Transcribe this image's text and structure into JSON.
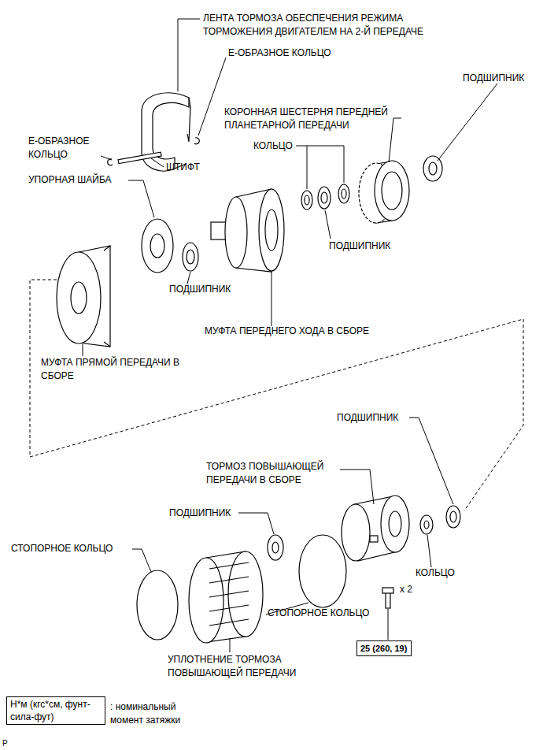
{
  "diagram": {
    "nodes": [
      {
        "text": [
          "25 (260, 19)"
        ]
      },
      {
        "text": [
          "Н*м (кгс*см, фунт-сила-фут)"
        ]
      }
    ],
    "edges": [],
    "labels": [
      "ЛЕНТА ТОРМОЗА ОБЕСПЕЧЕНИЯ РЕЖИМА ТОРМОЖЕНИЯ ДВИГАТЕЛЕМ НА 2-Й ПЕРЕДАЧЕ",
      "Е-ОБРАЗНОЕ КОЛЬЦО",
      "ПОДШИПНИК",
      "КОРОННАЯ ШЕСТЕРНЯ ПЕРЕДНЕЙ ПЛАНЕТАРНОЙ ПЕРЕДАЧИ",
      "КОЛЬЦО",
      "Е-ОБРАЗНОЕ КОЛЬЦО",
      "ШТИФТ",
      "УПОРНАЯ ШАЙБА",
      "ПОДШИПНИК",
      "ПОДШИПНИК",
      "МУФТА ПЕРЕДНЕГО ХОДА В СБОРЕ",
      "МУФТА ПРЯМОЙ ПЕРЕДАЧИ В СБОРЕ",
      "ПОДШИПНИК",
      "ТОРМОЗ ПОВЫШАЮЩЕЙ ПЕРЕДАЧИ В СБОРЕ",
      "ПОДШИПНИК",
      "СТОПОРНОЕ КОЛЬЦО",
      "КОЛЬЦО",
      "x 2",
      "СТОПОРНОЕ КОЛЬЦО",
      "УПЛОТНЕНИЕ ТОРМОЗА ПОВЫШАЮЩЕЙ ПЕРЕДАЧИ",
      ": номинальный момент затяжки",
      "P"
    ]
  }
}
